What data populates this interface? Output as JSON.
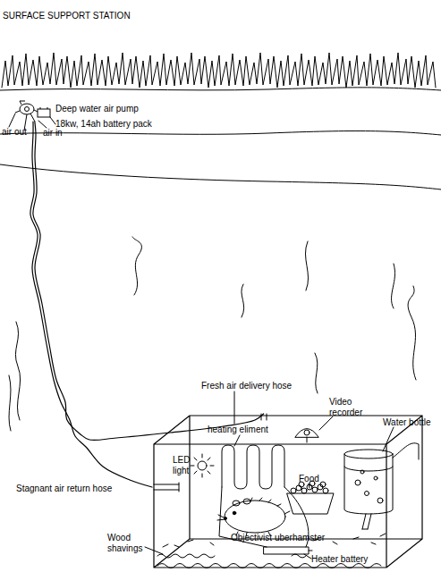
{
  "diagram": {
    "title": "SURFACE SUPPORT STATION",
    "nodes": [
      {
        "text": [
          "Deep water air pump"
        ]
      },
      {
        "text": [
          "LED light",
          "heating eliment",
          "Food",
          "Objectivist uberhamster",
          "Heater battery"
        ]
      }
    ],
    "edges": [
      {
        "from": 0,
        "to": 1,
        "arrow": "none",
        "label": "Fresh air delivery hose"
      },
      {
        "from": 1,
        "to": 0,
        "arrow": "none",
        "label": "Stagnant air return hose"
      }
    ],
    "labels": [
      "18kw, 14ah battery pack",
      "air out",
      "air in",
      "Video recorder",
      "Water bottle",
      "Wood shavings"
    ]
  }
}
